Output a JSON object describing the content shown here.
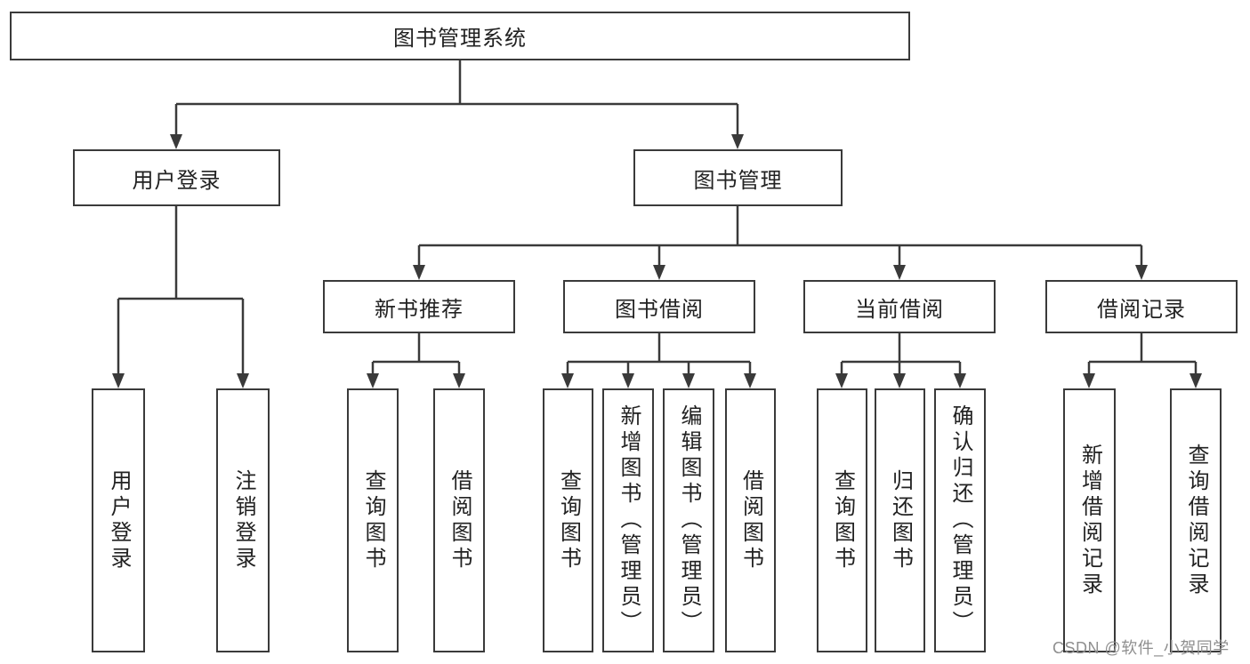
{
  "colors": {
    "line": "#3a3a3a",
    "box_border": "#3a3a3a",
    "text": "#222222",
    "watermark": "#8f8f8f",
    "background": "#ffffff"
  },
  "diagram": {
    "type": "tree",
    "root": {
      "label": "图书管理系统"
    },
    "level2": [
      {
        "label": "用户登录"
      },
      {
        "label": "图书管理"
      }
    ],
    "level3": [
      {
        "label": "新书推荐"
      },
      {
        "label": "图书借阅"
      },
      {
        "label": "当前借阅"
      },
      {
        "label": "借阅记录"
      }
    ],
    "level4": [
      {
        "label": "用户登录"
      },
      {
        "label": "注销登录"
      },
      {
        "label": "查询图书"
      },
      {
        "label": "借阅图书"
      },
      {
        "label": "查询图书"
      },
      {
        "label": "新增图书（管理员）"
      },
      {
        "label": "编辑图书（管理员）"
      },
      {
        "label": "借阅图书"
      },
      {
        "label": "查询图书"
      },
      {
        "label": "归还图书"
      },
      {
        "label": "确认归还（管理员）"
      },
      {
        "label": "新增借阅记录"
      },
      {
        "label": "查询借阅记录"
      }
    ],
    "edges": [
      {
        "from": "图书管理系统",
        "to": [
          "用户登录",
          "图书管理"
        ]
      },
      {
        "from": "用户登录",
        "to": [
          "用户登录",
          "注销登录"
        ]
      },
      {
        "from": "图书管理",
        "to": [
          "新书推荐",
          "图书借阅",
          "当前借阅",
          "借阅记录"
        ]
      },
      {
        "from": "新书推荐",
        "to": [
          "查询图书",
          "借阅图书"
        ]
      },
      {
        "from": "图书借阅",
        "to": [
          "查询图书",
          "新增图书（管理员）",
          "编辑图书（管理员）",
          "借阅图书"
        ]
      },
      {
        "from": "当前借阅",
        "to": [
          "查询图书",
          "归还图书",
          "确认归还（管理员）"
        ]
      },
      {
        "from": "借阅记录",
        "to": [
          "新增借阅记录",
          "查询借阅记录"
        ]
      }
    ]
  },
  "watermark": {
    "text": "CSDN @软件_小贺同学"
  }
}
